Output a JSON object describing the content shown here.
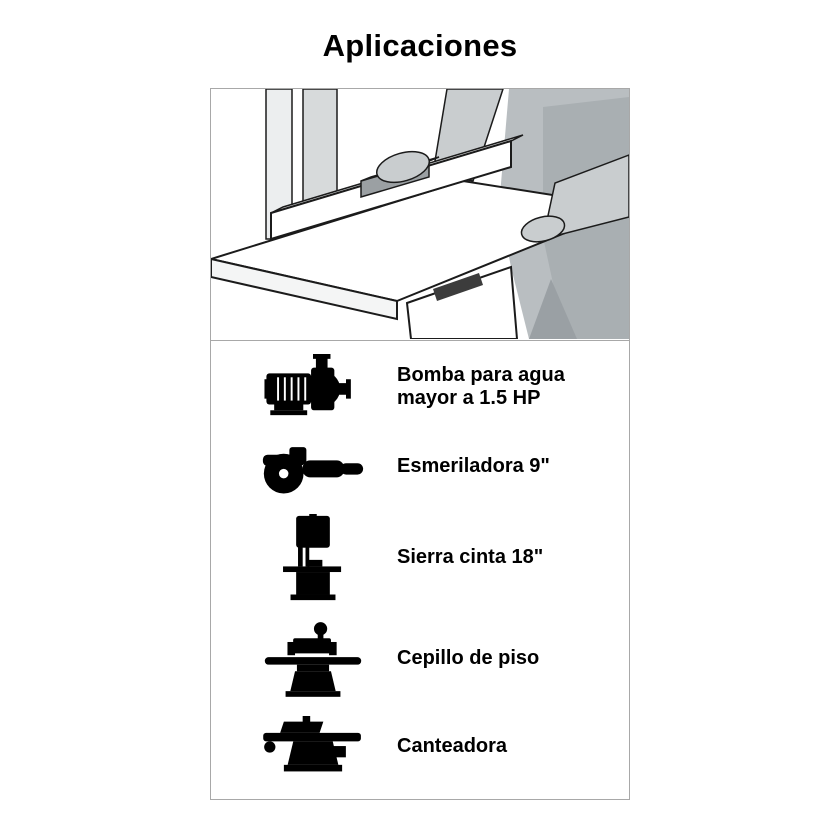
{
  "title": "Aplicaciones",
  "hero_illustration": "person-using-jointer-illustration",
  "applications": [
    {
      "icon": "water-pump-icon",
      "label": "Bomba para agua mayor a 1.5 HP"
    },
    {
      "icon": "angle-grinder-icon",
      "label": "Esmeriladora 9\""
    },
    {
      "icon": "band-saw-icon",
      "label": "Sierra cinta 18\""
    },
    {
      "icon": "floor-planer-icon",
      "label": "Cepillo de piso"
    },
    {
      "icon": "jointer-icon",
      "label": "Canteadora"
    }
  ],
  "colors": {
    "text": "#000000",
    "icon": "#000000",
    "panel_border": "#a8a8a8",
    "illustration_gray_light": "#d7dadb",
    "illustration_gray_mid": "#b9bec1",
    "illustration_gray_dark": "#a9afb2",
    "illustration_outline": "#1b1b1b"
  }
}
